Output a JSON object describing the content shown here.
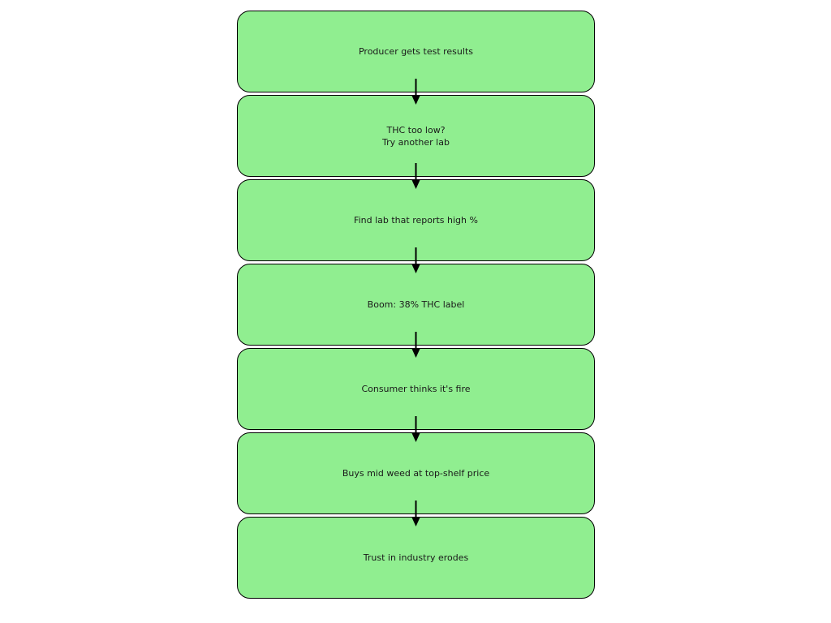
{
  "diagram": {
    "type": "flowchart",
    "direction": "top-to-bottom",
    "colors": {
      "background": "#ffffff",
      "box_fill": "#90EE90",
      "box_border": "#000000",
      "arrow": "#000000",
      "text": "#1a1a1a"
    },
    "steps": [
      {
        "label": "Producer gets test results"
      },
      {
        "label": "THC too low?\nTry another lab"
      },
      {
        "label": "Find lab that reports high %"
      },
      {
        "label": "Boom: 38% THC label"
      },
      {
        "label": "Consumer thinks it's fire"
      },
      {
        "label": "Buys mid weed at top-shelf price"
      },
      {
        "label": "Trust in industry erodes"
      }
    ],
    "connections": [
      {
        "from": 0,
        "to": 1
      },
      {
        "from": 1,
        "to": 2
      },
      {
        "from": 2,
        "to": 3
      },
      {
        "from": 3,
        "to": 4
      },
      {
        "from": 4,
        "to": 5
      },
      {
        "from": 5,
        "to": 6
      }
    ]
  }
}
